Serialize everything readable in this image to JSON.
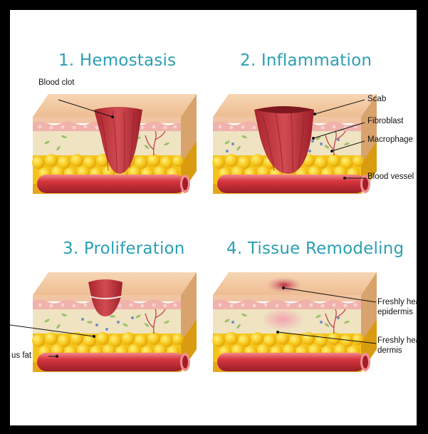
{
  "panels": [
    {
      "title": "1. Hemostasis"
    },
    {
      "title": "2. Inflammation"
    },
    {
      "title": "3. Proliferation"
    },
    {
      "title": "4. Tissue Remodeling"
    }
  ],
  "labels": {
    "blood_clot": "Blood clot",
    "scab": "Scab",
    "fibroblast": "Fibroblast",
    "macrophage": "Macrophage",
    "blood_vessel": "Blood vessel",
    "subcutaneous_fat_partial": "us fat",
    "freshly_healed_epidermis_line1": "Freshly hea",
    "freshly_healed_epidermis_line2": "epidermis",
    "freshly_healed_dermis_line1": "Freshly hea",
    "freshly_healed_dermis_line2": "dermis"
  },
  "colors": {
    "title": "#2a9fb3",
    "skin_top": "#f3c9a2",
    "epidermis": "#f0b8ae",
    "dermis": "#efe3c2",
    "fat": "#f7c81e",
    "vessel": "#d8363f",
    "clot": "#b8323a",
    "frame": "#000000"
  }
}
